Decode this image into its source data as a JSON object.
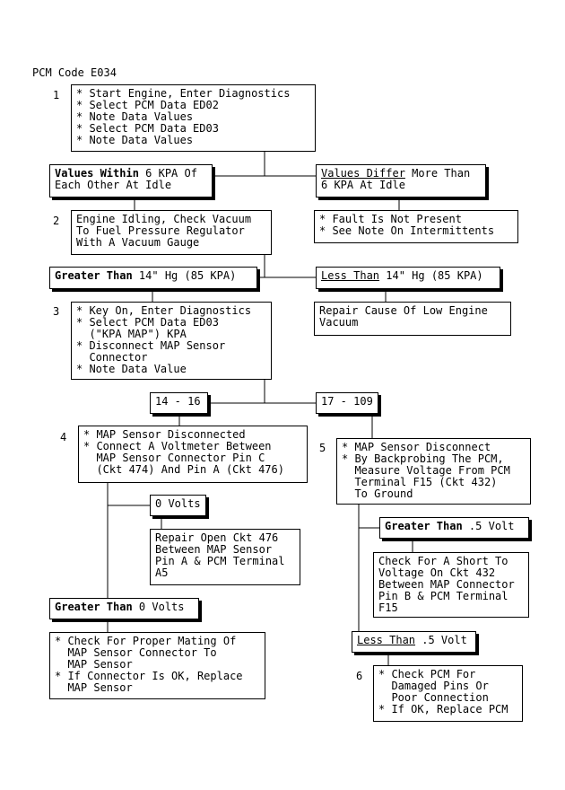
{
  "title": "PCM Code E034",
  "steps": {
    "s1": "1",
    "s2": "2",
    "s3": "3",
    "s4": "4",
    "s5": "5",
    "s6": "6"
  },
  "step1": "* Start Engine, Enter Diagnostics\n* Select PCM Data ED02\n* Note Data Values\n* Select PCM Data ED03\n* Note Data Values",
  "within": {
    "bold": "Values Within",
    "rest": " 6 KPA Of\nEach Other At Idle"
  },
  "differ": {
    "under": "Values Differ",
    "rest": " More Than\n6 KPA At Idle"
  },
  "step2": "Engine Idling, Check Vacuum\nTo Fuel Pressure Regulator\nWith A Vacuum Gauge",
  "fault": "* Fault Is Not Present\n* See Note On Intermittents",
  "greater14": {
    "bold": "Greater Than",
    "rest": " 14\" Hg (85 KPA)"
  },
  "less14": {
    "under": "Less Than",
    "rest": " 14\" Hg (85 KPA)"
  },
  "step3": "* Key On, Enter Diagnostics\n* Select PCM Data ED03\n  (\"KPA MAP\") KPA\n* Disconnect MAP Sensor\n  Connector\n* Note Data Value",
  "repair_vacuum": "Repair Cause Of Low Engine\nVacuum",
  "range_a": "14 - 16",
  "range_b": "17 - 109",
  "step4": "* MAP Sensor Disconnected\n* Connect A Voltmeter Between\n  MAP Sensor Connector Pin C\n  (Ckt 474) And Pin A (Ckt 476)",
  "step5": "* MAP Sensor Disconnect\n* By Backprobing The PCM,\n  Measure Voltage From PCM\n  Terminal F15 (Ckt 432)\n  To Ground",
  "zero_volts": "0 Volts",
  "repair476": "Repair Open Ckt 476\nBetween MAP Sensor\nPin A & PCM Terminal\nA5",
  "greater_5": {
    "bold": "Greater Than",
    "rest": " .5 Volt"
  },
  "short432": "Check For A Short To\nVoltage On Ckt 432\nBetween MAP Connector\nPin B & PCM Terminal\nF15",
  "greater0": {
    "bold": "Greater Than",
    "rest": " 0 Volts"
  },
  "less_5": {
    "under": "Less Than",
    "rest": " .5 Volt"
  },
  "mating": "* Check For Proper Mating Of\n  MAP Sensor Connector To\n  MAP Sensor\n* If Connector Is OK, Replace\n  MAP Sensor",
  "step6": "* Check PCM For\n  Damaged Pins Or\n  Poor Connection\n* If OK, Replace PCM"
}
